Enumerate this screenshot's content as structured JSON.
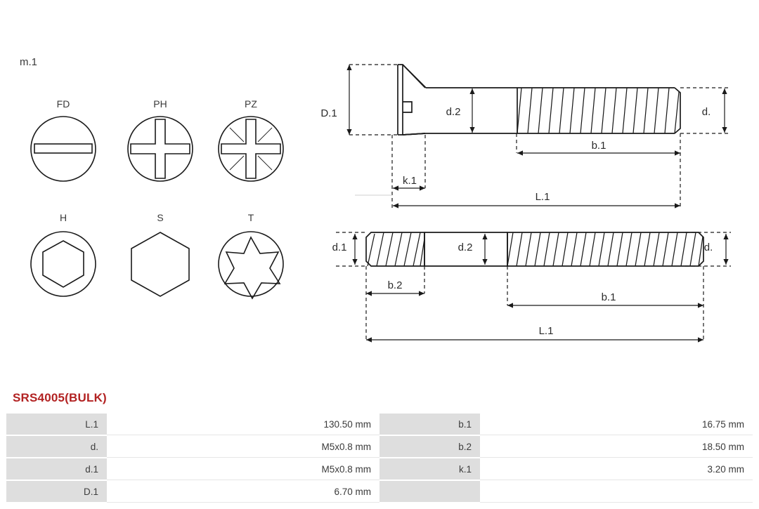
{
  "part": {
    "title": "SRS4005(BULK)"
  },
  "diagram": {
    "group_label": "m.1",
    "head_types": [
      {
        "code": "FD",
        "icon": "slotted-head-icon"
      },
      {
        "code": "PH",
        "icon": "phillips-head-icon"
      },
      {
        "code": "PZ",
        "icon": "pozidriv-head-icon"
      },
      {
        "code": "H",
        "icon": "hex-socket-head-icon"
      },
      {
        "code": "S",
        "icon": "hex-external-head-icon"
      },
      {
        "code": "T",
        "icon": "torx-head-icon"
      }
    ],
    "screw_view_labels": {
      "head_diameter": "D.1",
      "shank_diameter": "d.2",
      "thread_diameter": "d.",
      "thread_length": "b.1",
      "head_height": "k.1",
      "total_length": "L.1"
    },
    "stud_view_labels": {
      "left_thread_diameter": "d.1",
      "body_diameter": "d.2",
      "right_thread_diameter": "d.",
      "left_thread_length": "b.2",
      "right_thread_length": "b.1",
      "total_length": "L.1"
    }
  },
  "spec_table": {
    "rows": [
      {
        "label_left": "L.1",
        "value_left": "130.50 mm",
        "label_right": "b.1",
        "value_right": "16.75 mm"
      },
      {
        "label_left": "d.",
        "value_left": "M5x0.8 mm",
        "label_right": "b.2",
        "value_right": "18.50 mm"
      },
      {
        "label_left": "d.1",
        "value_left": "M5x0.8 mm",
        "label_right": "k.1",
        "value_right": "3.20 mm"
      },
      {
        "label_left": "D.1",
        "value_left": "6.70 mm",
        "label_right": "",
        "value_right": ""
      }
    ]
  },
  "colors": {
    "title": "#b22222",
    "label_cell": "#dedede",
    "line": "#1a1a1a",
    "text": "#3a3a3a"
  }
}
